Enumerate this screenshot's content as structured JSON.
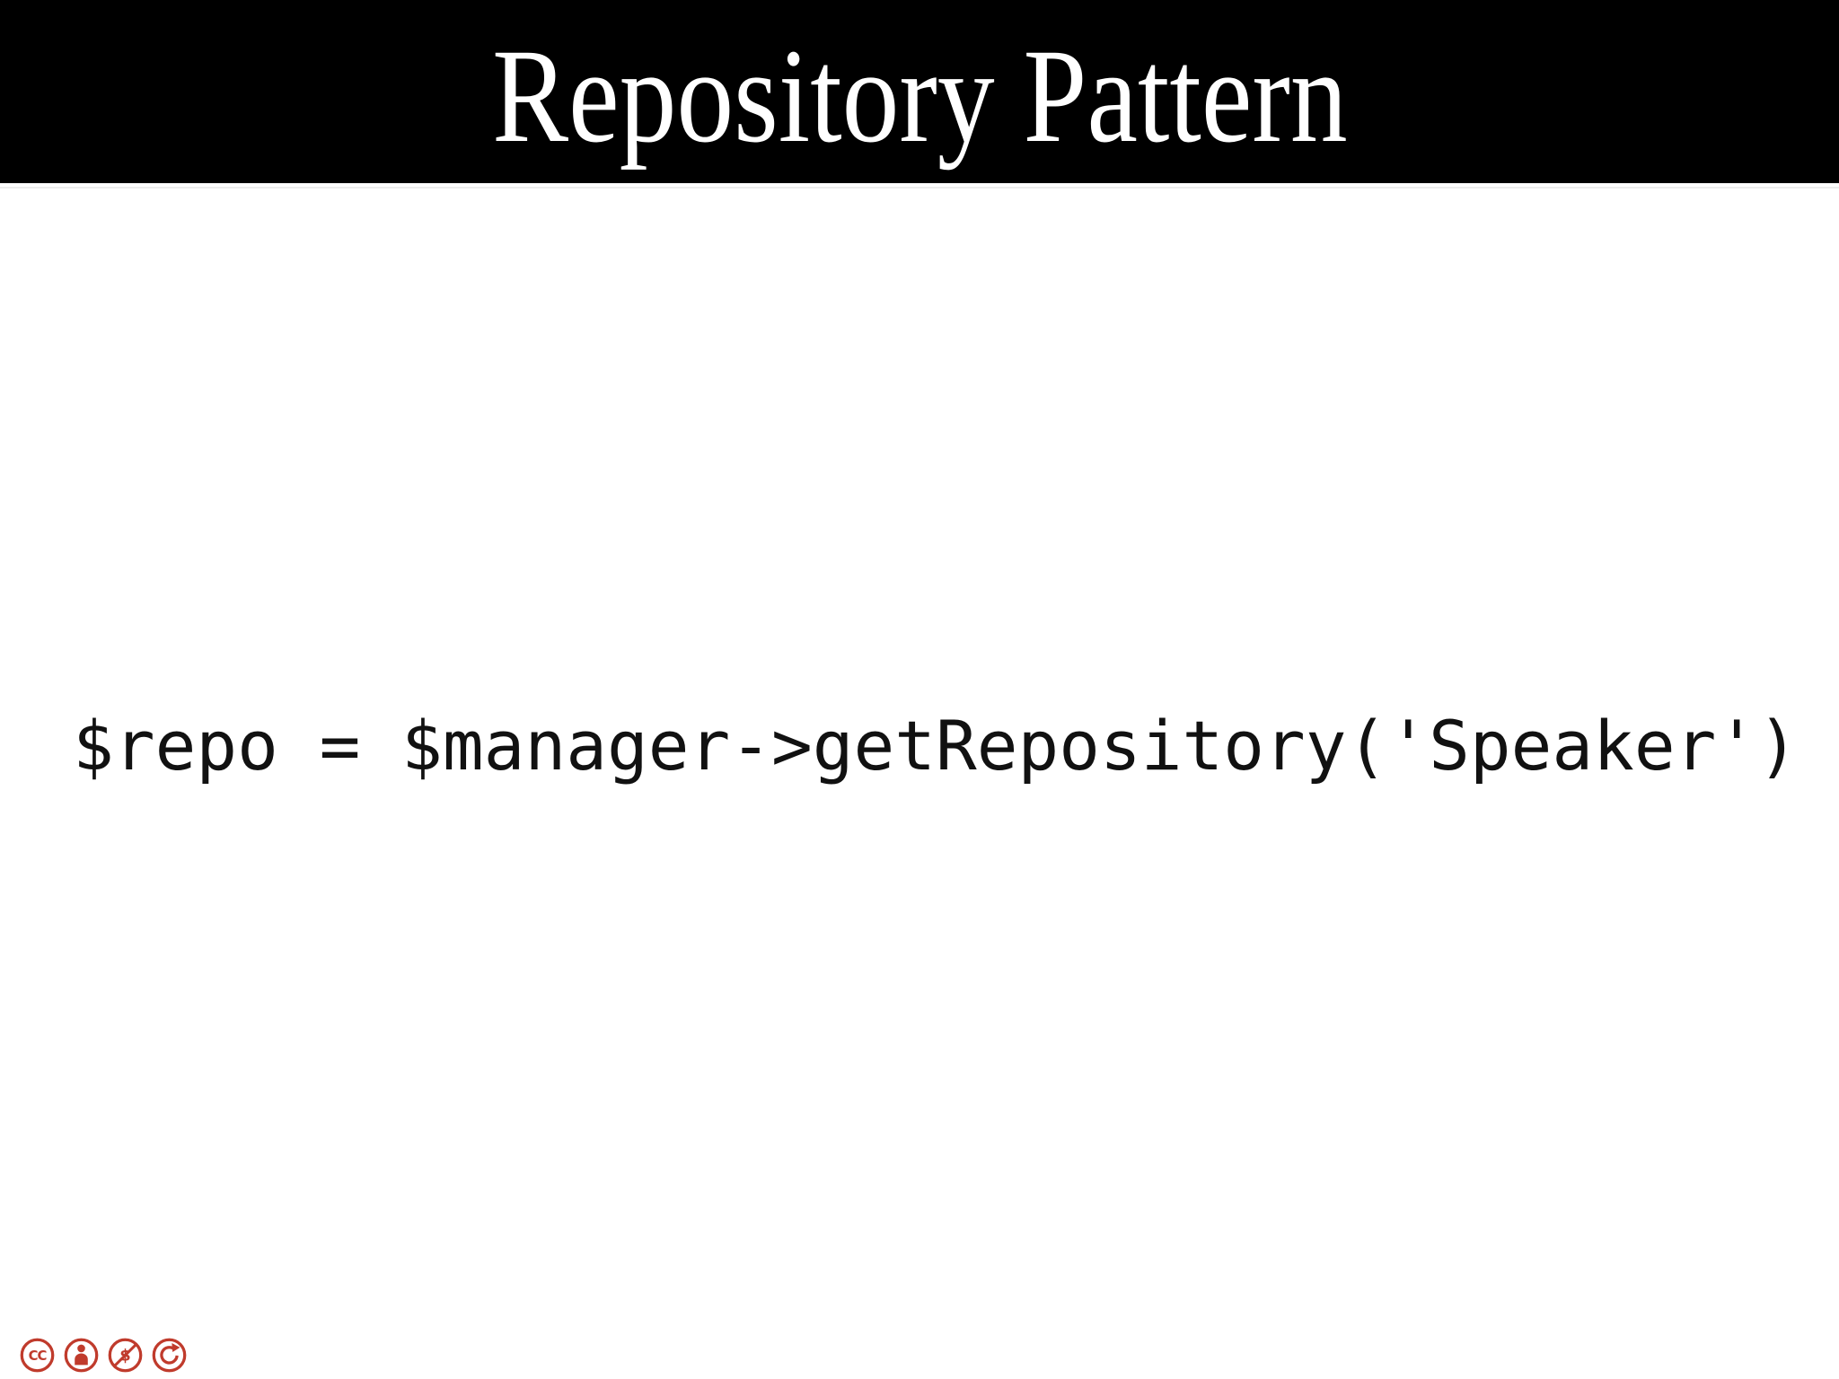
{
  "slide": {
    "title": "Repository Pattern",
    "code_line": "$repo = $manager->getRepository('Speaker')"
  },
  "license_badge": {
    "description": "Creative Commons BY-NC-SA license icons",
    "icons": [
      {
        "name": "cc-logo-icon",
        "glyph": "CC"
      },
      {
        "name": "cc-attribution-icon",
        "glyph": "person"
      },
      {
        "name": "cc-noncommercial-icon",
        "glyph": "$"
      },
      {
        "name": "cc-sharealike-icon",
        "glyph": "circular-arrow"
      }
    ],
    "color": "#c03b2c"
  },
  "colors": {
    "header_background": "#000000",
    "title_text": "#ffffff",
    "code_text": "#111111",
    "page_background": "#ffffff",
    "license_accent": "#c03b2c"
  }
}
